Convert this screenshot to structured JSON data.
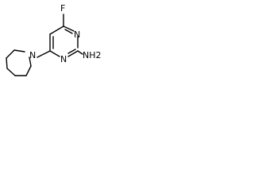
{
  "molecule": {
    "atoms": {
      "fluorine": "F",
      "ring_n_top": "N",
      "ring_n_bottom": "N",
      "amine": "NH2",
      "azepane_n": "N"
    }
  },
  "colors": {
    "bond": "#000000",
    "text": "#000000",
    "background": "#ffffff"
  }
}
